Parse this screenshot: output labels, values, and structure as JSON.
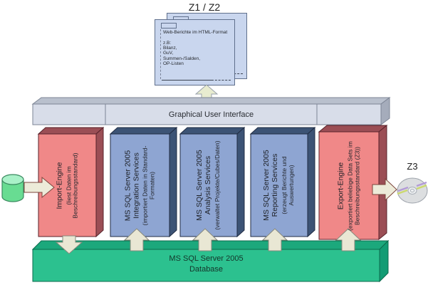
{
  "diagram": {
    "header_label": "Z1 / Z2",
    "report_window": {
      "heading": "Web-Berichte im HTML-Format",
      "items": [
        "z.B:",
        "Bilanz,",
        "GuV,",
        "Summen-/Salden,",
        "OP-Listen"
      ]
    },
    "gui_bar": {
      "label": "Graphical User Interface",
      "color": "#d8dde9"
    },
    "engines": [
      {
        "title": "Import-Engine",
        "subtitle": "(liest Daten im\nBeschreibungsstandard)",
        "color": "#f08888",
        "shade": "#9b4e55"
      },
      {
        "title": "MS SQL Server 2005\nIntegration Services",
        "subtitle": "(importiert Daten in Standard-\nFormaten)",
        "color": "#8ea5d2",
        "shade": "#3c5375"
      },
      {
        "title": "MS SQL Server 2005\nAnalysis Services",
        "subtitle": "(verwaltet Projekte/Cubes/Daten)",
        "color": "#8ea5d2",
        "shade": "#3c5375"
      },
      {
        "title": "MS SQL Server 2005\nReporting Services",
        "subtitle": "(erzeugt Berichte und\nAuswertungen)",
        "color": "#8ea5d2",
        "shade": "#3c5375"
      },
      {
        "title": "Export-Engine",
        "subtitle": "(exportiert beliebige Data Sets im\nBeschreibungsstandard (Z3))",
        "color": "#f08888",
        "shade": "#9b4e55"
      }
    ],
    "database": {
      "label": "MS SQL Server 2005\nDatabase",
      "color": "#2cc18f"
    },
    "export_target_label": "Z3"
  }
}
